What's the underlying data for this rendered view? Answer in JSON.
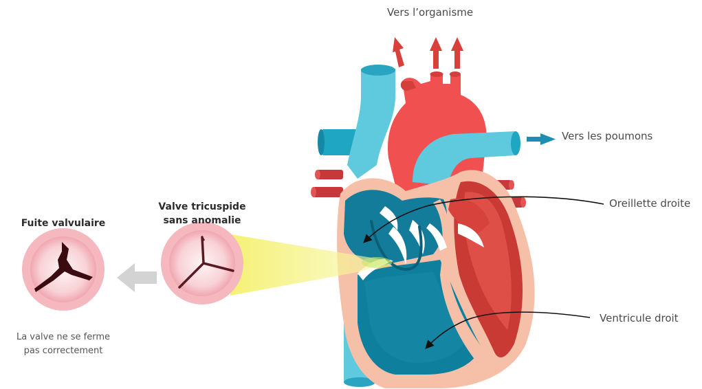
{
  "labels": {
    "to_body": "Vers l’organisme",
    "to_lungs": "Vers les poumons",
    "right_atrium": "Oreillette droite",
    "right_ventricle": "Ventricule droit",
    "normal_valve_line1": "Valve tricuspide",
    "normal_valve_line2": "sans anomalie",
    "leak_title": "Fuite valvulaire",
    "leak_note_line1": "La valve ne se ferme",
    "leak_note_line2": "pas correctement"
  },
  "colors": {
    "blood_blue": "#5fc9dd",
    "chamber_blue": "#0f7f9e",
    "artery_red": "#f0504f",
    "muscle_red": "#c93a34",
    "heart_wall_pink": "#f6c0a8",
    "valve_pink": "#f6b8bf",
    "highlight_yellow": "#f7f48a",
    "arrow_gray": "#d3d3d3"
  }
}
